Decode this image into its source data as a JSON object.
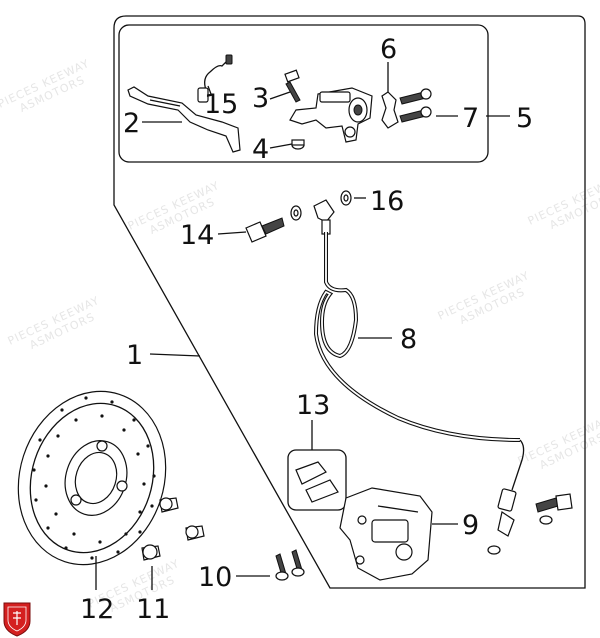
{
  "watermark": {
    "line1": "PIECES KEEWAY",
    "line2": "ASMOTORS"
  },
  "colors": {
    "logo": "#d42020",
    "stroke": "#111111"
  },
  "callouts": {
    "c1": "1",
    "c2": "2",
    "c3": "3",
    "c4": "4",
    "c5": "5",
    "c6": "6",
    "c7": "7",
    "c8": "8",
    "c9": "9",
    "c10": "10",
    "c11": "11",
    "c12": "12",
    "c13": "13",
    "c14": "14",
    "c15": "15",
    "c16": "16"
  },
  "icons": {
    "brand_logo": "shield-logo-icon"
  }
}
